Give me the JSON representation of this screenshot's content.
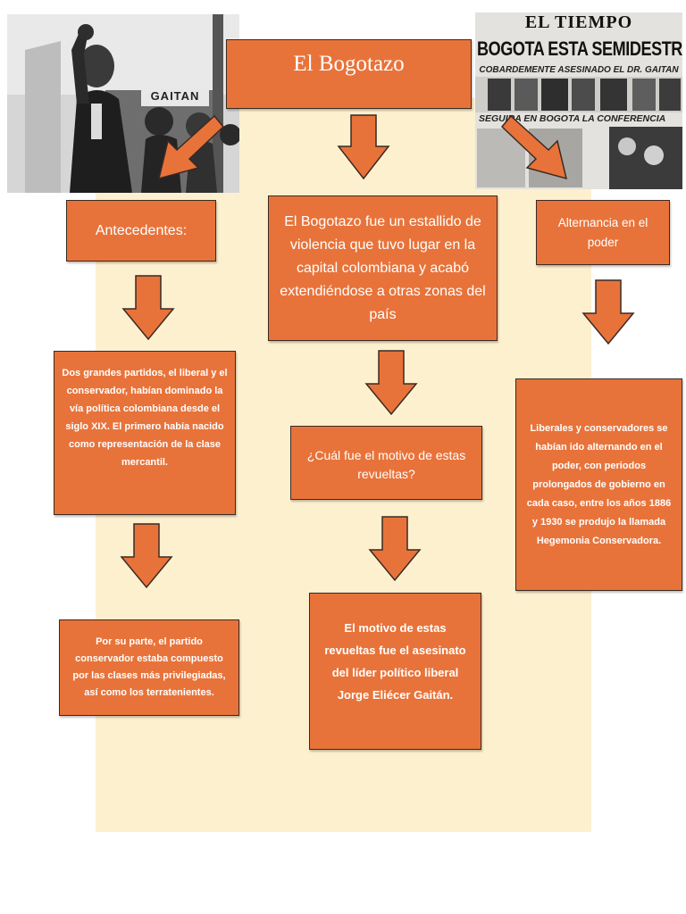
{
  "title": "El Bogotazo",
  "images": {
    "left_photo": {
      "sign_text": "GAITAN"
    },
    "right_photo": {
      "masthead": "EL TIEMPO",
      "headline": "BOGOTA ESTA SEMIDESTRUIDA",
      "subheadline": "COBARDEMENTE ASESINADO EL DR. GAITAN",
      "subheadline2": "SEGUIRA EN BOGOTA LA CONFERENCIA"
    }
  },
  "boxes": {
    "antecedentes": "Antecedentes:",
    "definicion": "El Bogotazo fue un estallido de violencia que tuvo lugar en la capital colombiana y acabó extendiéndose a otras zonas del país",
    "alternancia": "Alternancia en el poder",
    "partidos": "Dos grandes partidos, el liberal y el conservador, habían dominado la vía política colombiana desde el siglo XIX. El primero había nacido como representación de la clase mercantil.",
    "pregunta": "¿Cuál fue el motivo de estas revueltas?",
    "alternancia_texto": "Liberales y conservadores se habían ido alternando en el poder, con periodos prolongados de gobierno en cada caso, entre los años 1886 y 1930 se produjo la llamada Hegemonia Conservadora.",
    "conservador": "Por su parte, el partido conservador estaba compuesto por las clases más privilegiadas, así como los terratenientes.",
    "motivo": "El motivo de estas revueltas fue el asesinato del líder político liberal Jorge Eliécer Gaitán."
  },
  "colors": {
    "box_fill": "#e8733a",
    "box_border": "#3a2a22",
    "panel_background": "#fdf0cf",
    "text": "#ffffff"
  }
}
